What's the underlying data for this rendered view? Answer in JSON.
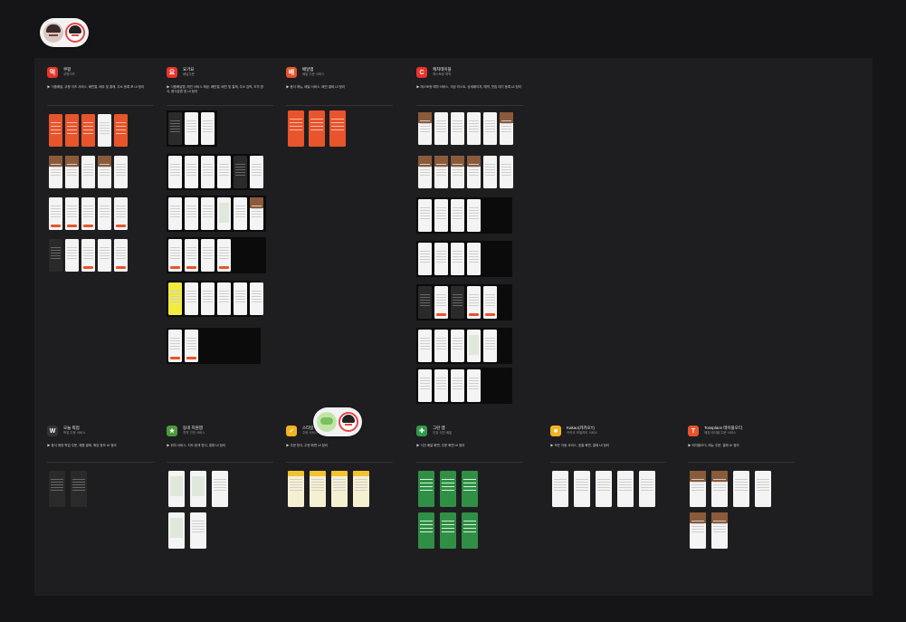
{
  "accent": "#e8542b",
  "sections": [
    {
      "id": "s1",
      "logo": "먹",
      "logo_color": "#e8342b",
      "name": "쿠팡",
      "sub": "쿠팡이츠",
      "note": "▶ 식품배달, 쿠팡 이츠 서비스, 배민열, 배우 및 결제, 주소 등록 포 UI 정리"
    },
    {
      "id": "s2",
      "logo": "요",
      "logo_color": "#e8342b",
      "name": "요기요",
      "sub": "배달주문",
      "note": "▶ 식품배달앱, 메인 서비스 제공, 배민열, 배민 및 결제, 주소 입력, 도착 방식, 음식분류 등 UI 정리"
    },
    {
      "id": "s3",
      "logo": "배",
      "logo_color": "#e8542b",
      "name": "배달앱",
      "sub": "배달 주문 서비스",
      "note": "▶ 음식 메뉴, 배달 서비스, 배민 결제 UI 정리"
    },
    {
      "id": "s4",
      "logo": "C",
      "logo_color": "#e8342b",
      "name": "캐치테이블",
      "sub": "레스토랑 예약",
      "note": "▶ 레스토랑 예약 서비스, 식당 리스트, 상세페이지, 예약, 맛집 대기 등록 UI 정리"
    },
    {
      "id": "s5",
      "logo": "W",
      "logo_color": "#333333",
      "name": "오늘 픽업",
      "sub": "픽업 주문 서비스",
      "note": "▶ 음식 매장 픽업 주문, 제품 결제, 매장 정보 UI 정리"
    },
    {
      "id": "s6",
      "logo": "★",
      "logo_color": "#4b9a3c",
      "name": "동네 지원앱",
      "sub": "지역 기반 서비스",
      "note": "▶ 위치 서비스, 지도 탐색 방식, 결제 UI 정리"
    },
    {
      "id": "s7",
      "logo": "✓",
      "logo_color": "#f2b320",
      "name": "스타일",
      "sub": "주문 서비스",
      "note": "▶ 주문 방식, 주문 화면 UI 정리"
    },
    {
      "id": "s8",
      "logo": "✚",
      "logo_color": "#2e9a4a",
      "name": "그린 앱",
      "sub": "건강 식단 배달",
      "note": "▶ 식단 배달 화면, 주문 화면 UI 정리"
    },
    {
      "id": "s9",
      "logo": "■",
      "logo_color": "#f2b320",
      "name": "Kakao(카카오T)",
      "sub": "카카오 모빌리티 서비스",
      "note": "▶ 모든 이동 서비스, 호출 화면, 결제 UI 정리"
    },
    {
      "id": "s10",
      "logo": "T",
      "logo_color": "#e8542b",
      "name": "Tossplace 테이블오더",
      "sub": "매장 테이블 주문 서비스",
      "note": "▶ 테이블오더, 메뉴 주문, 결제 UI 정리"
    }
  ]
}
